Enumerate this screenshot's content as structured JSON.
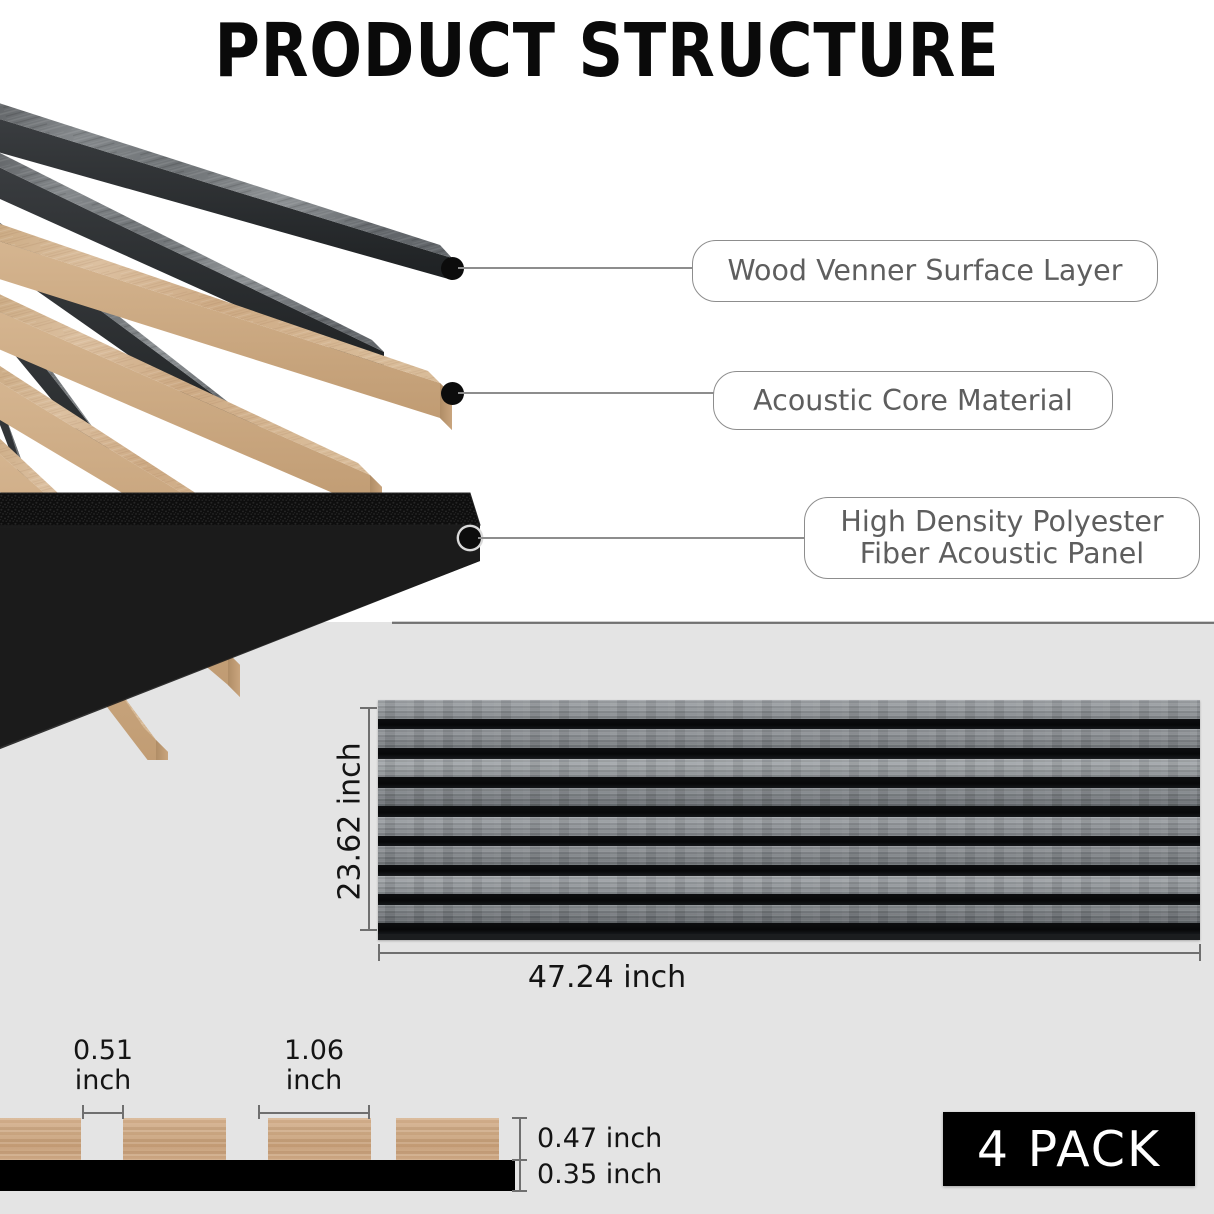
{
  "title": "PRODUCT STRUCTURE",
  "callouts": [
    {
      "id": "wood-veneer-surface-layer",
      "label": "Wood Venner Surface Layer"
    },
    {
      "id": "acoustic-core-material",
      "label": "Acoustic Core Material"
    },
    {
      "id": "high-density-polyester-fiber-acoustic-panel",
      "label": "High Density Polyester\nFiber Acoustic Panel"
    }
  ],
  "panel_dimensions": {
    "height_label": "23.62 inch",
    "width_label": "47.24 inch"
  },
  "cross_section": {
    "gap_label": "0.51\ninch",
    "slat_width_label": "1.06\ninch",
    "slat_height_label": "0.47 inch",
    "base_height_label": "0.35 inch"
  },
  "badge": {
    "label": "4 PACK"
  },
  "colors": {
    "background_top": "#ffffff",
    "background_bottom": "#e4e4e4",
    "callout_border": "#8d8d8d",
    "callout_text": "#5e5e5e",
    "dimension_text": "#141414",
    "badge_background": "#000000",
    "badge_text": "#ffffff",
    "wood_slat": "#ceab87",
    "veneer_gray": "#7b7e80",
    "felt_black": "#111111"
  },
  "panel_photo": {
    "slat_count": 8,
    "slat_color_light": "#8b9094",
    "slat_color_dark": "#4e5357",
    "gap_color": "#0d0e10"
  }
}
